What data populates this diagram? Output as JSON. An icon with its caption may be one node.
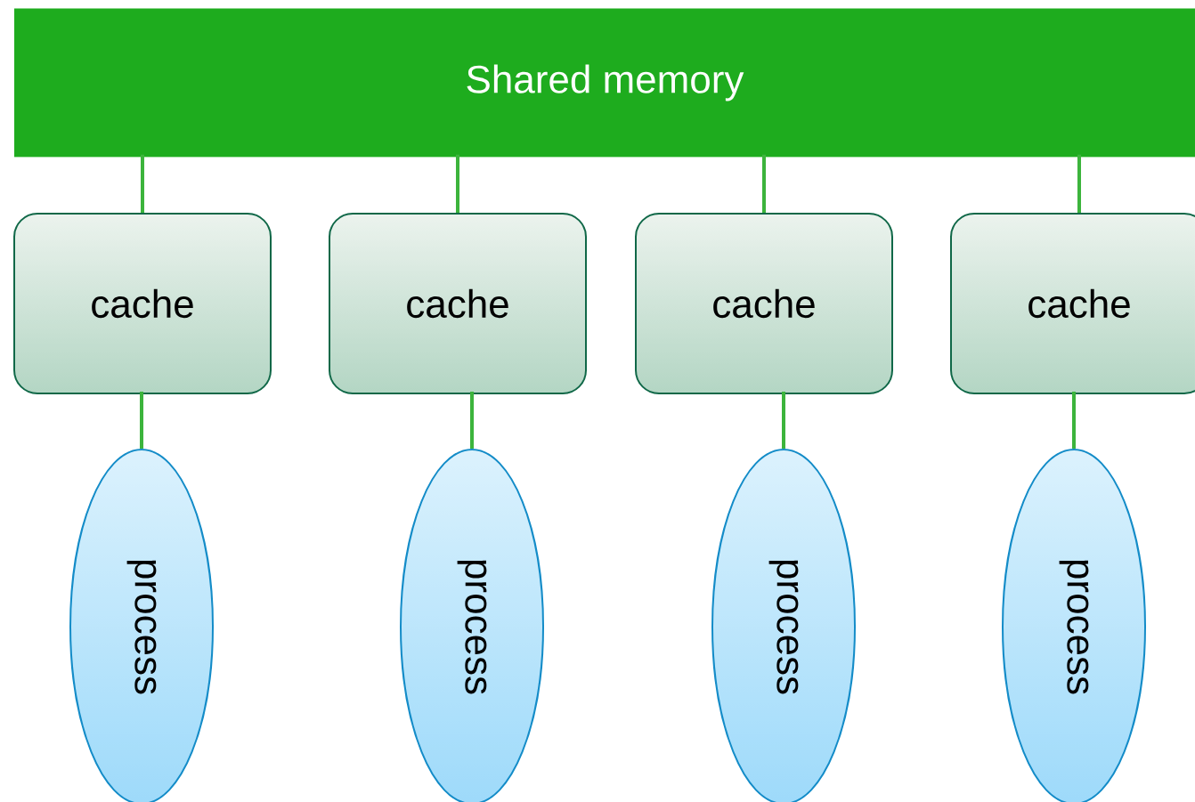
{
  "diagram": {
    "nodes": [
      {
        "text": [
          "Shared memory"
        ]
      },
      {
        "text": [
          "cache"
        ]
      },
      {
        "text": [
          "cache"
        ]
      },
      {
        "text": [
          "cache"
        ]
      },
      {
        "text": [
          "cache"
        ]
      },
      {
        "text": [
          "process"
        ]
      },
      {
        "text": [
          "process"
        ]
      },
      {
        "text": [
          "process"
        ]
      },
      {
        "text": [
          "process"
        ]
      }
    ],
    "edges": [
      {
        "from": 0,
        "to": 1,
        "arrow": "none"
      },
      {
        "from": 0,
        "to": 2,
        "arrow": "none"
      },
      {
        "from": 0,
        "to": 3,
        "arrow": "none"
      },
      {
        "from": 0,
        "to": 4,
        "arrow": "none"
      },
      {
        "from": 1,
        "to": 5,
        "arrow": "none"
      },
      {
        "from": 2,
        "to": 6,
        "arrow": "none"
      },
      {
        "from": 3,
        "to": 7,
        "arrow": "none"
      },
      {
        "from": 4,
        "to": 8,
        "arrow": "none"
      }
    ]
  }
}
